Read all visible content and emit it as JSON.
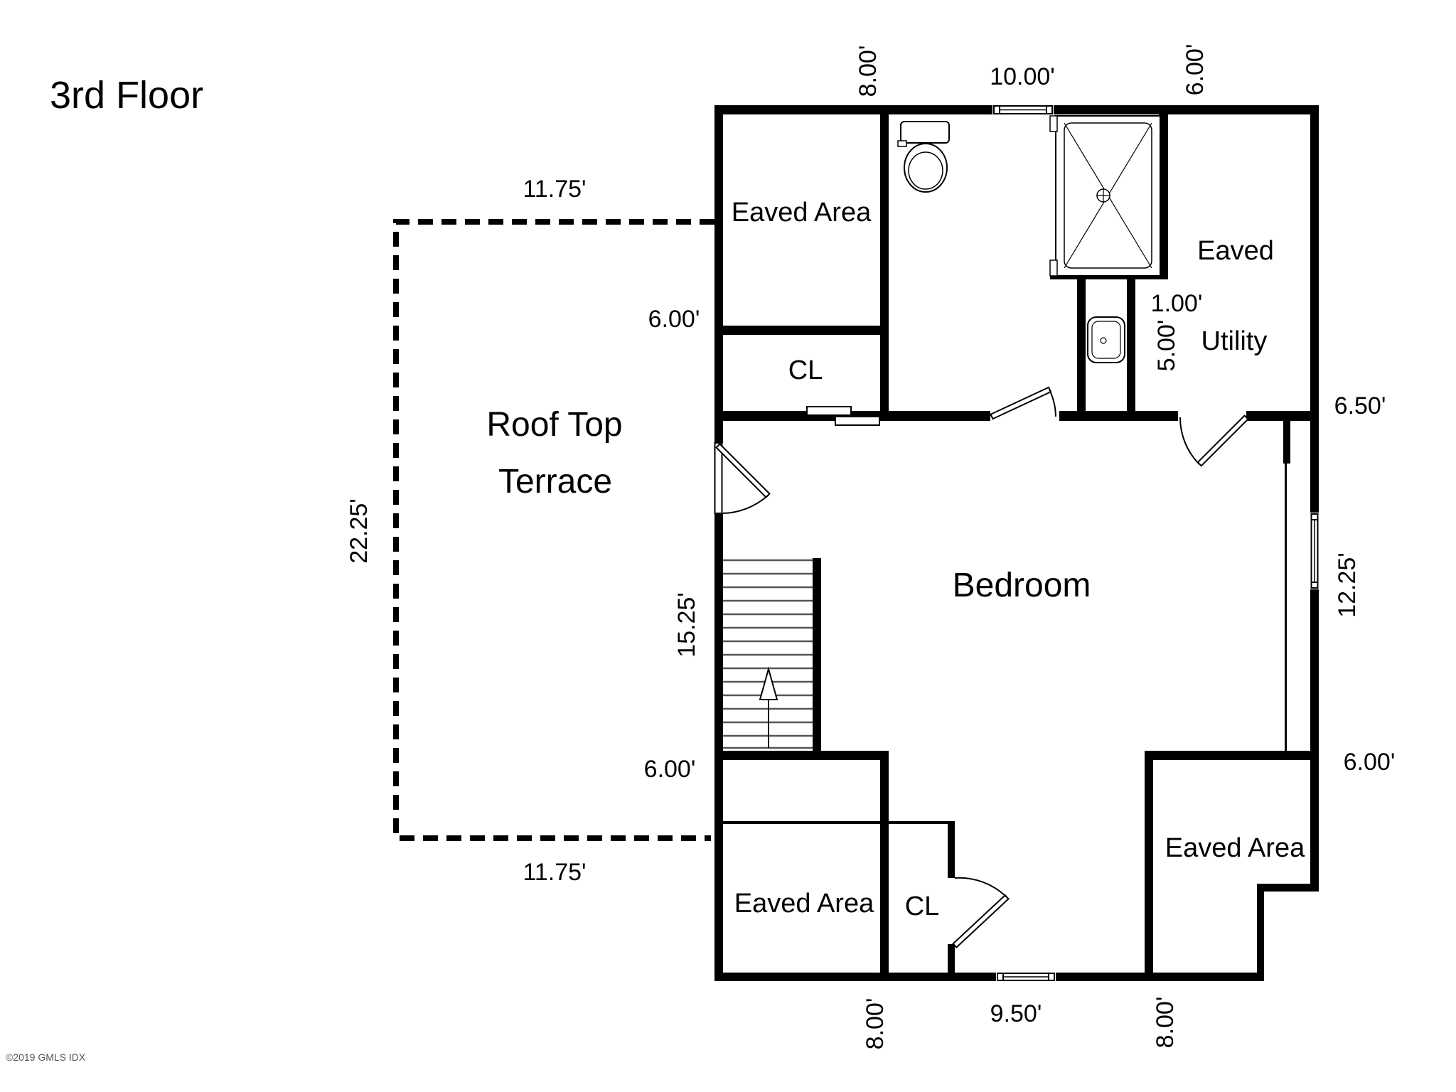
{
  "title": "3rd Floor",
  "watermark": "©2019 GMLS IDX",
  "rooms": {
    "eaved_area_top": "Eaved Area",
    "cl_top": "CL",
    "eaved_right": "Eaved",
    "utility": "Utility",
    "roof_terrace_line1": "Roof Top",
    "roof_terrace_line2": "Terrace",
    "bedroom": "Bedroom",
    "eaved_area_bottom_left": "Eaved Area",
    "cl_bottom": "CL",
    "eaved_area_bottom_right": "Eaved Area"
  },
  "dimensions": {
    "top_section_left": "8.00'",
    "top_section_middle": "10.00'",
    "top_section_right": "6.00'",
    "terrace_top": "11.75'",
    "terrace_side": "22.25'",
    "terrace_bottom": "11.75'",
    "eaved_top_height": "6.00'",
    "stairs_length": "15.25'",
    "bedroom_sw_wall": "6.00'",
    "utility_width": "6.50'",
    "right_side": "12.25'",
    "bedroom_se_wall": "6.00'",
    "bottom_left": "8.00'",
    "bottom_middle": "9.50'",
    "bottom_right": "8.00'",
    "utility_jog": "1.00'",
    "sink_corridor": "5.00'"
  },
  "colors": {
    "background": "#ffffff",
    "wall": "#000000",
    "stair_tread": "#555555",
    "watermark_text": "#555555"
  }
}
